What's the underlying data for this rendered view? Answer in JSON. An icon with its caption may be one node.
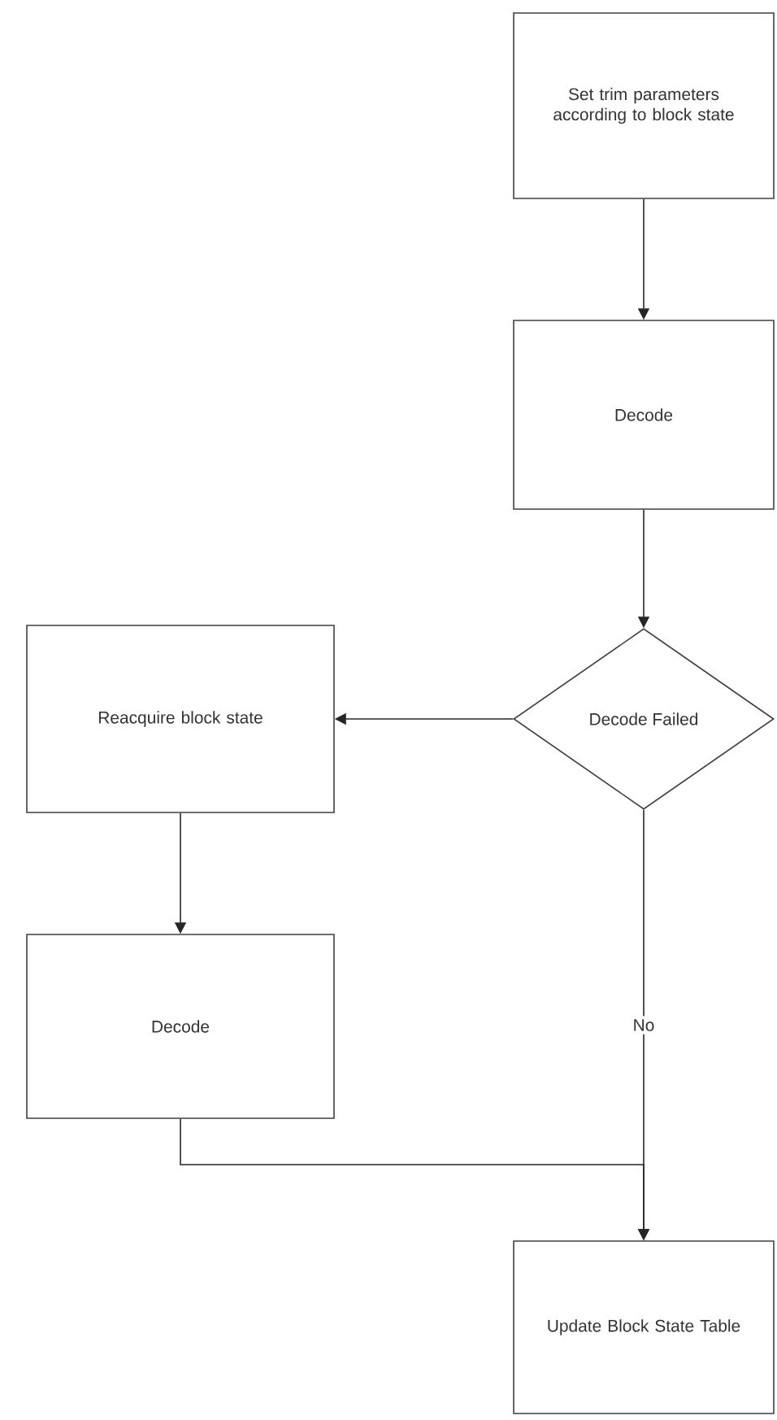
{
  "diagram": {
    "nodes": [
      {
        "text": [
          "Set trim parameters according to block state"
        ]
      },
      {
        "text": [
          "Decode"
        ]
      },
      {
        "text": [
          "Decode Failed"
        ]
      },
      {
        "text": [
          "Reacquire block state"
        ]
      },
      {
        "text": [
          "Decode"
        ]
      },
      {
        "text": [
          "Update Block State Table"
        ]
      }
    ],
    "edges": [
      {
        "from": 0,
        "to": 1,
        "arrow": "to"
      },
      {
        "from": 1,
        "to": 2,
        "arrow": "to"
      },
      {
        "from": 2,
        "to": 3,
        "arrow": "to"
      },
      {
        "from": 3,
        "to": 4,
        "arrow": "to"
      },
      {
        "from": 4,
        "to": 5,
        "arrow": "to"
      },
      {
        "from": 2,
        "to": 5,
        "arrow": "to",
        "label": "No"
      }
    ]
  }
}
